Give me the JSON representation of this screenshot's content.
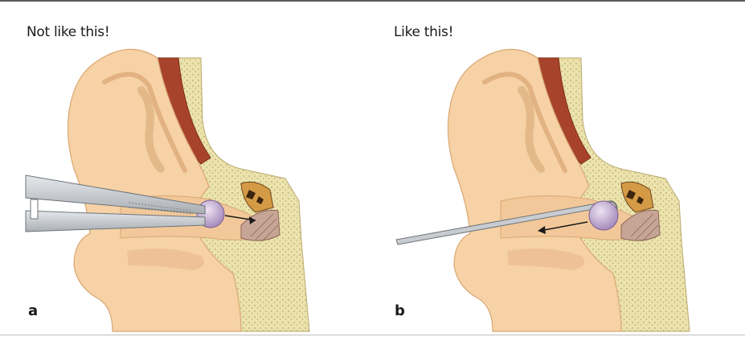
{
  "panels": [
    {
      "caption": "Not like this!",
      "letter": "a"
    },
    {
      "caption": "Like this!",
      "letter": "b"
    }
  ],
  "colors": {
    "skin": "#f6d2a6",
    "skin_shadow": "#e7b98a",
    "bone": "#e9dfa6",
    "muscle": "#a8432b",
    "foreign_body": "#c9b3d6",
    "instrument": "#c4c8cc",
    "eardrum": "#b58e7e"
  }
}
